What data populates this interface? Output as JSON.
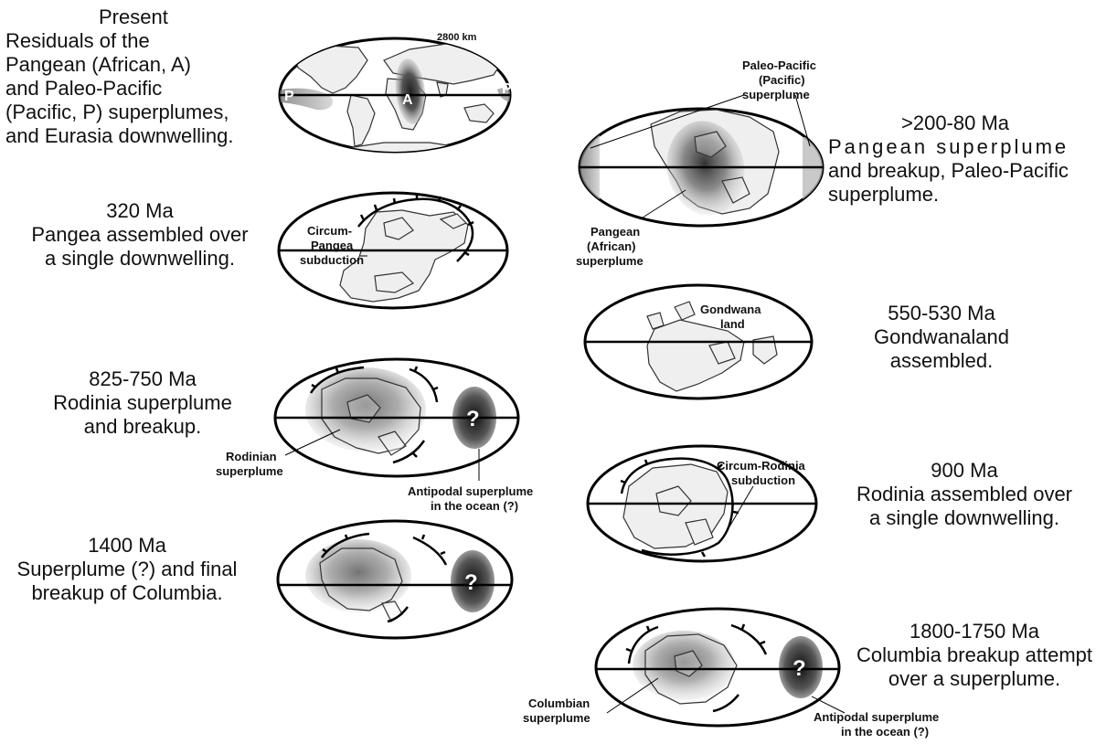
{
  "captions": {
    "present": [
      "Present",
      "Residuals of the",
      "Pangean (African, A)",
      "and Paleo-Pacific",
      "(Pacific, P) superplumes,",
      "and Eurasia downwelling."
    ],
    "ma320": [
      "320 Ma",
      "Pangea assembled over",
      "a single downwelling."
    ],
    "ma825": [
      "825-750 Ma",
      "Rodinia superplume",
      "and breakup."
    ],
    "ma1400": [
      "1400 Ma",
      "Superplume (?) and final",
      "breakup of Columbia."
    ],
    "ma200": [
      ">200-80 Ma",
      "Pangean  superplume",
      "and breakup, Paleo-Pacific",
      "superplume."
    ],
    "ma550": [
      "550-530 Ma",
      "Gondwanaland",
      "assembled."
    ],
    "ma900": [
      "900 Ma",
      "Rodinia assembled over",
      "a single downwelling."
    ],
    "ma1800": [
      "1800-1750 Ma",
      "Columbia breakup attempt",
      "over a superplume."
    ]
  },
  "labels": {
    "scale": "2800 km",
    "pacific_mark": "P",
    "african_mark": "A",
    "circum_pangea": [
      "Circum-",
      "Pangea",
      "subduction"
    ],
    "rodinian_superplume": [
      "Rodinian",
      "superplume"
    ],
    "antipodal": [
      "Antipodal superplume",
      "in the ocean (?)"
    ],
    "question": "?",
    "paleo_pacific": [
      "Paleo-Pacific",
      "(Pacific)",
      "superplume"
    ],
    "pangean_african": [
      "Pangean",
      "(African)",
      "superplume"
    ],
    "gondwana": [
      "Gondwana",
      "land"
    ],
    "circum_rodinia": [
      "Circum-Rodinia",
      "subduction"
    ],
    "columbian_superplume": [
      "Columbian",
      "superplume"
    ]
  }
}
